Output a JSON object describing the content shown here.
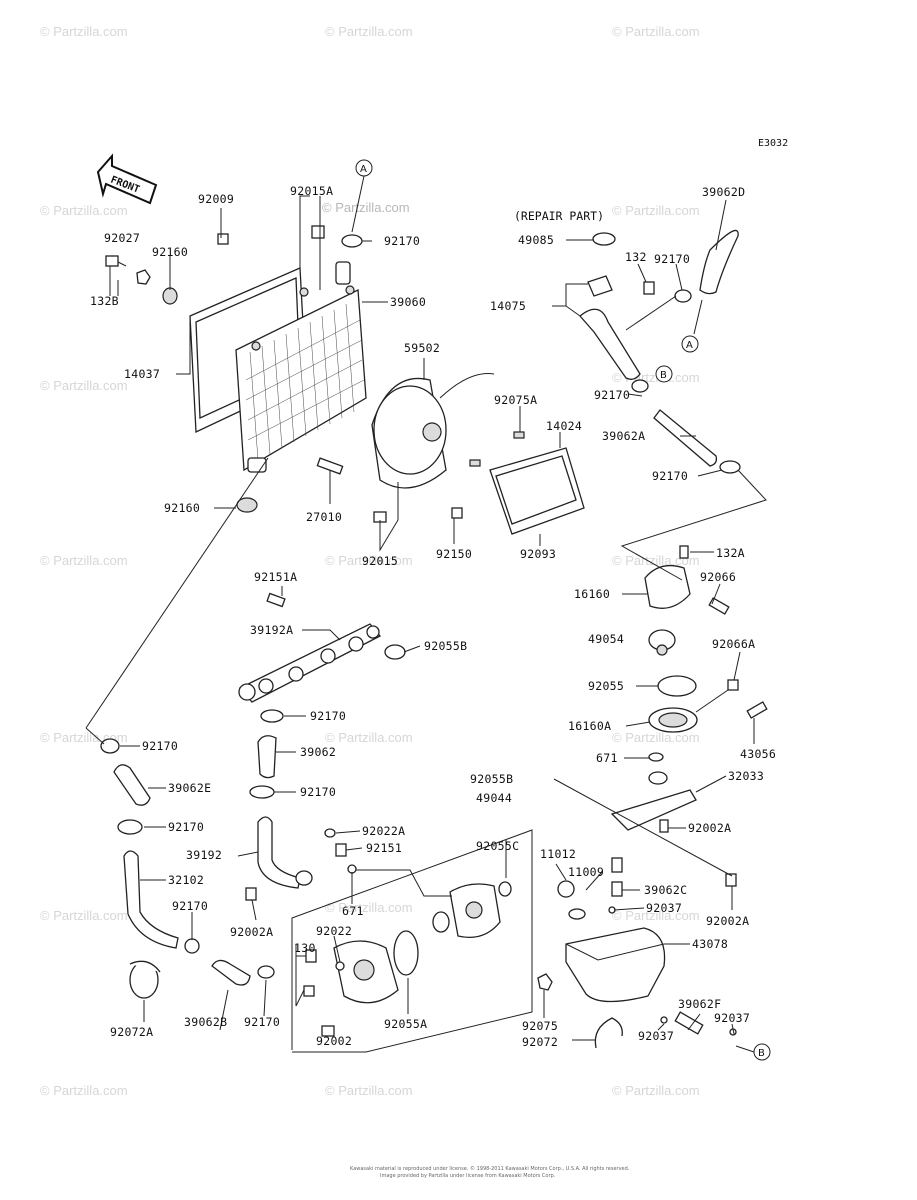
{
  "diagram_code": "E3032",
  "front_arrow_label": "FRONT",
  "repair_part_label": "(REPAIR PART)",
  "watermark_text": "© Partzilla.com",
  "footer_line1": "Kawasaki material is reproduced under license. © 1998-2011 Kawasaki Motors Corp., U.S.A. All rights reserved.",
  "footer_line2": "Image provided by Partzilla under license from Kawasaki Motors Corp.",
  "callouts": {
    "a": "A",
    "b": "B"
  },
  "parts": {
    "p92009": "92009",
    "p92015A": "92015A",
    "p92170_top": "92170",
    "p92027": "92027",
    "p92160_top": "92160",
    "p132B": "132B",
    "p39060": "39060",
    "p14037": "14037",
    "p59502": "59502",
    "p92160_bottom": "92160",
    "p27010": "27010",
    "p92015": "92015",
    "p92150": "92150",
    "p92075A": "92075A",
    "p14024": "14024",
    "p92093": "92093",
    "p49085": "49085",
    "p132": "132",
    "p92170_r1": "92170",
    "p39062D": "39062D",
    "p14075": "14075",
    "p92170_r2": "92170",
    "p39062A": "39062A",
    "p92170_r3": "92170",
    "p132A": "132A",
    "p92066": "92066",
    "p16160": "16160",
    "p49054": "49054",
    "p92066A": "92066A",
    "p92055": "92055",
    "p16160A": "16160A",
    "p43056": "43056",
    "p671_right": "671",
    "p32033": "32033",
    "p92002A_right1": "92002A",
    "p92002A_right2": "92002A",
    "p92151A": "92151A",
    "p39192A": "39192A",
    "p92055B": "92055B",
    "p92170_m1": "92170",
    "p39062": "39062",
    "p92170_m2": "92170",
    "p92170_left1": "92170",
    "p39062E": "39062E",
    "p92170_left2": "92170",
    "p39192": "39192",
    "p92022A": "92022A",
    "p92151": "92151",
    "p32102": "32102",
    "p671_mid": "671",
    "p92170_left3": "92170",
    "p92002A_mid": "92002A",
    "p92022": "92022",
    "p130": "130",
    "p92055A": "92055A",
    "p92002": "92002",
    "p39062B": "39062B",
    "p92170_bottom": "92170",
    "p92072A": "92072A",
    "p92055B_mid": "92055B",
    "p49044": "49044",
    "p92055C": "92055C",
    "p11012": "11012",
    "p11009": "11009",
    "p39062C": "39062C",
    "p92037_a": "92037",
    "p43078": "43078",
    "p39062F": "39062F",
    "p92037_b": "92037",
    "p92037_c": "92037",
    "p92075": "92075",
    "p92072": "92072"
  }
}
